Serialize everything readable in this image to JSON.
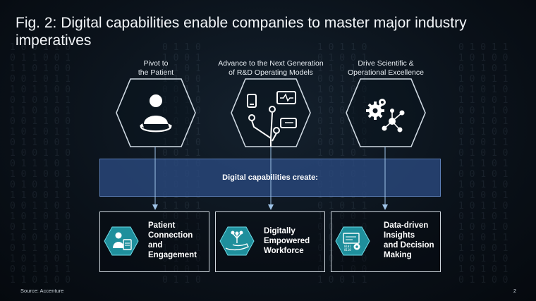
{
  "title": "Fig. 2: Digital capabilities enable companies to master major industry imperatives",
  "pillars": [
    {
      "label": "Pivot to\nthe Patient",
      "icon": "patient-rotate-icon"
    },
    {
      "label": "Advance to the Next Generation\nof R&D Operating Models",
      "icon": "circuit-tree-icon"
    },
    {
      "label": "Drive Scientific &\nOperational Excellence",
      "icon": "gears-network-icon"
    }
  ],
  "band_text": "Digital capabilities create:",
  "outcomes": [
    {
      "label": "Patient\nConnection\nand\nEngagement",
      "icon": "patient-device-icon"
    },
    {
      "label": "Digitally\nEmpowered\nWorkforce",
      "icon": "hand-circuit-icon"
    },
    {
      "label": "Data-driven\nInsights\nand Decision\nMaking",
      "icon": "data-gears-icon"
    }
  ],
  "footer": {
    "source": "Source: Accenture",
    "page": "2"
  },
  "colors": {
    "accent": "#48c9d8",
    "band": "#29487d",
    "background": "#0a1119"
  }
}
